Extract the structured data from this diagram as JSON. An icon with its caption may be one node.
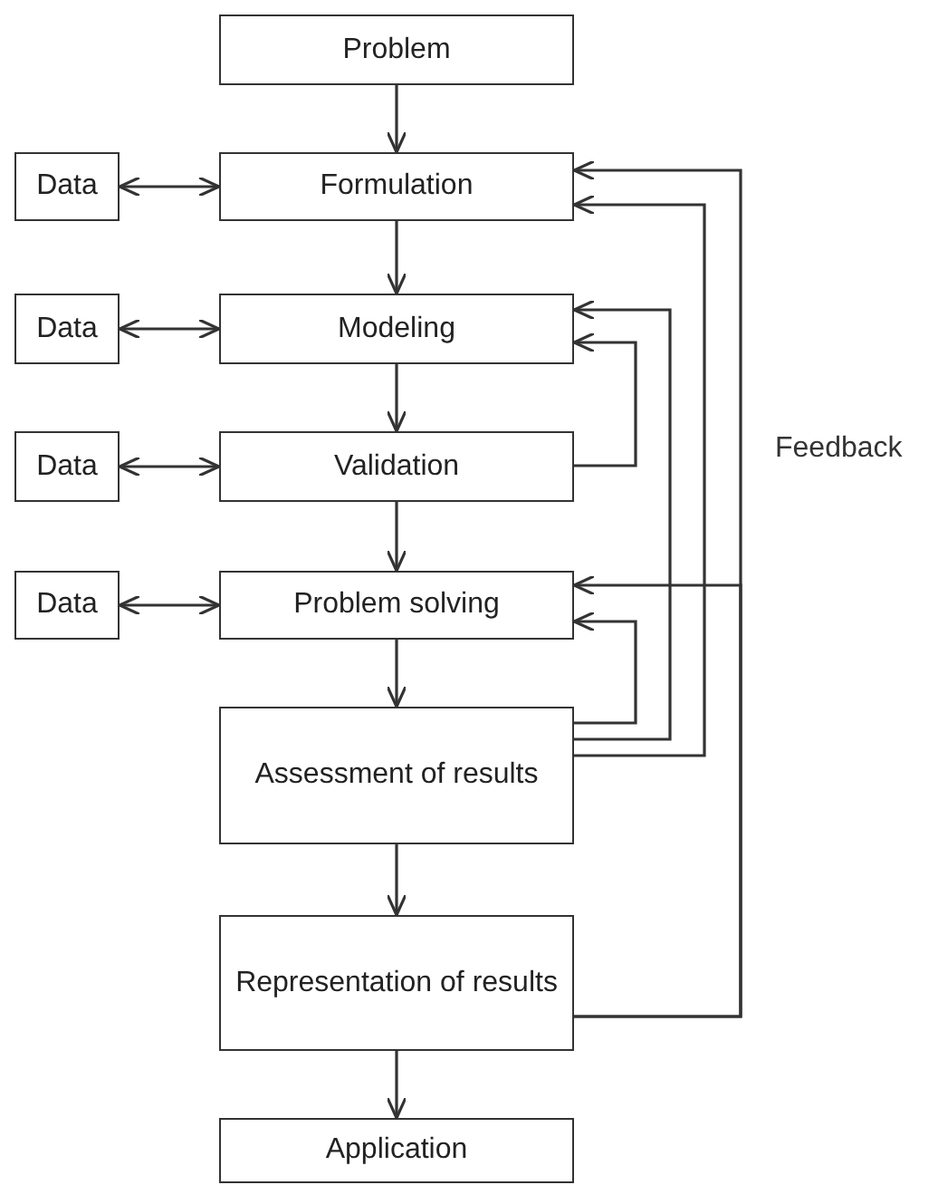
{
  "diagram": {
    "nodes": [
      {
        "text": [
          "Problem"
        ]
      },
      {
        "text": [
          "Data"
        ]
      },
      {
        "text": [
          "Formulation"
        ]
      },
      {
        "text": [
          "Data"
        ]
      },
      {
        "text": [
          "Modeling"
        ]
      },
      {
        "text": [
          "Data"
        ]
      },
      {
        "text": [
          "Validation"
        ]
      },
      {
        "text": [
          "Data"
        ]
      },
      {
        "text": [
          "Problem solving"
        ]
      },
      {
        "text": [
          "Assessment of results"
        ]
      },
      {
        "text": [
          "Representation of results"
        ]
      },
      {
        "text": [
          "Application"
        ]
      }
    ],
    "edges": [
      {
        "from": 0,
        "to": 2,
        "arrow": "to"
      },
      {
        "from": 2,
        "to": 4,
        "arrow": "to"
      },
      {
        "from": 4,
        "to": 6,
        "arrow": "to"
      },
      {
        "from": 6,
        "to": 8,
        "arrow": "to"
      },
      {
        "from": 8,
        "to": 9,
        "arrow": "to"
      },
      {
        "from": 9,
        "to": 10,
        "arrow": "to"
      },
      {
        "from": 10,
        "to": 11,
        "arrow": "to"
      },
      {
        "from": 1,
        "to": 2,
        "arrow": "both"
      },
      {
        "from": 3,
        "to": 4,
        "arrow": "both"
      },
      {
        "from": 5,
        "to": 6,
        "arrow": "both"
      },
      {
        "from": 7,
        "to": 8,
        "arrow": "both"
      },
      {
        "from": 6,
        "to": 4,
        "arrow": "to"
      },
      {
        "from": 9,
        "to": 8,
        "arrow": "to"
      },
      {
        "from": 9,
        "to": 4,
        "arrow": "to"
      },
      {
        "from": 9,
        "to": 2,
        "arrow": "to"
      },
      {
        "from": 10,
        "to": 2,
        "arrow": "to"
      },
      {
        "from": 10,
        "to": 8,
        "arrow": "to"
      }
    ],
    "labels": [
      "Feedback"
    ]
  }
}
